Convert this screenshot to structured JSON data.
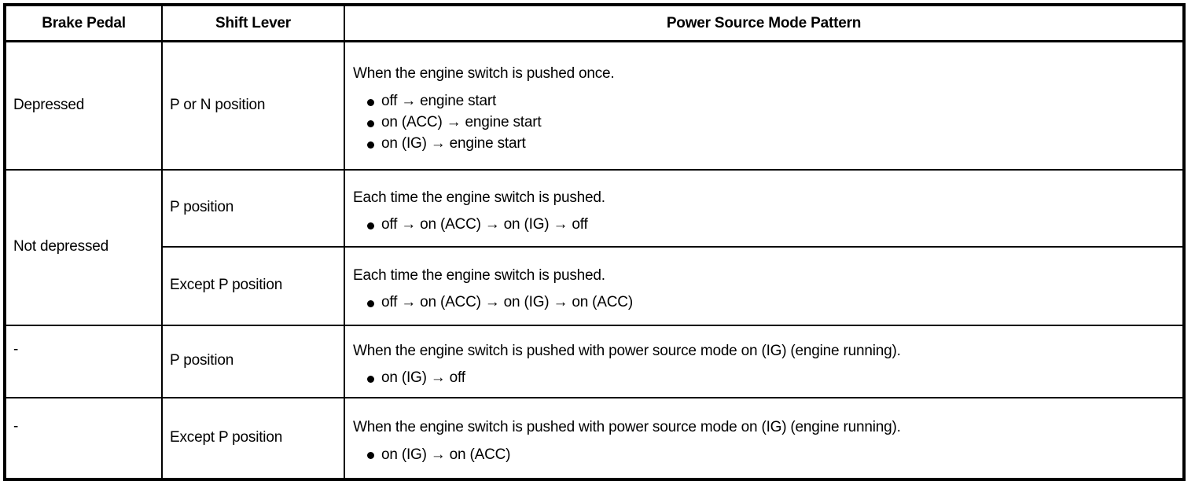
{
  "table": {
    "columns": [
      {
        "id": "brake-pedal",
        "label": "Brake Pedal"
      },
      {
        "id": "shift-lever",
        "label": "Shift Lever"
      },
      {
        "id": "power-source-mode-pattern",
        "label": "Power Source Mode Pattern"
      }
    ],
    "rows": [
      {
        "brake_pedal": "Depressed",
        "shift_lever": "P or N position",
        "intro": "When the engine switch is pushed once.",
        "items": [
          "off → engine start",
          "on (ACC) → engine start",
          "on (IG) → engine start"
        ]
      },
      {
        "brake_pedal": "Not depressed",
        "shift_lever": "P position",
        "intro": "Each time the engine switch is pushed.",
        "items": [
          "off → on (ACC) → on (IG) → off"
        ]
      },
      {
        "brake_pedal": "",
        "shift_lever": "Except P position",
        "intro": "Each time the engine switch is pushed.",
        "items": [
          "off → on (ACC) → on (IG) → on (ACC)"
        ]
      },
      {
        "brake_pedal": "-",
        "shift_lever": "P position",
        "intro": "When the engine switch is pushed with power source mode on (IG) (engine running).",
        "items": [
          "on (IG) → off"
        ]
      },
      {
        "brake_pedal": "-",
        "shift_lever": "Except P position",
        "intro": "When the engine switch is pushed with power source mode on (IG) (engine running).",
        "items": [
          "on (IG) → on (ACC)"
        ]
      }
    ]
  },
  "colors": {
    "border": "#000000",
    "text": "#000000",
    "background": "#ffffff"
  }
}
